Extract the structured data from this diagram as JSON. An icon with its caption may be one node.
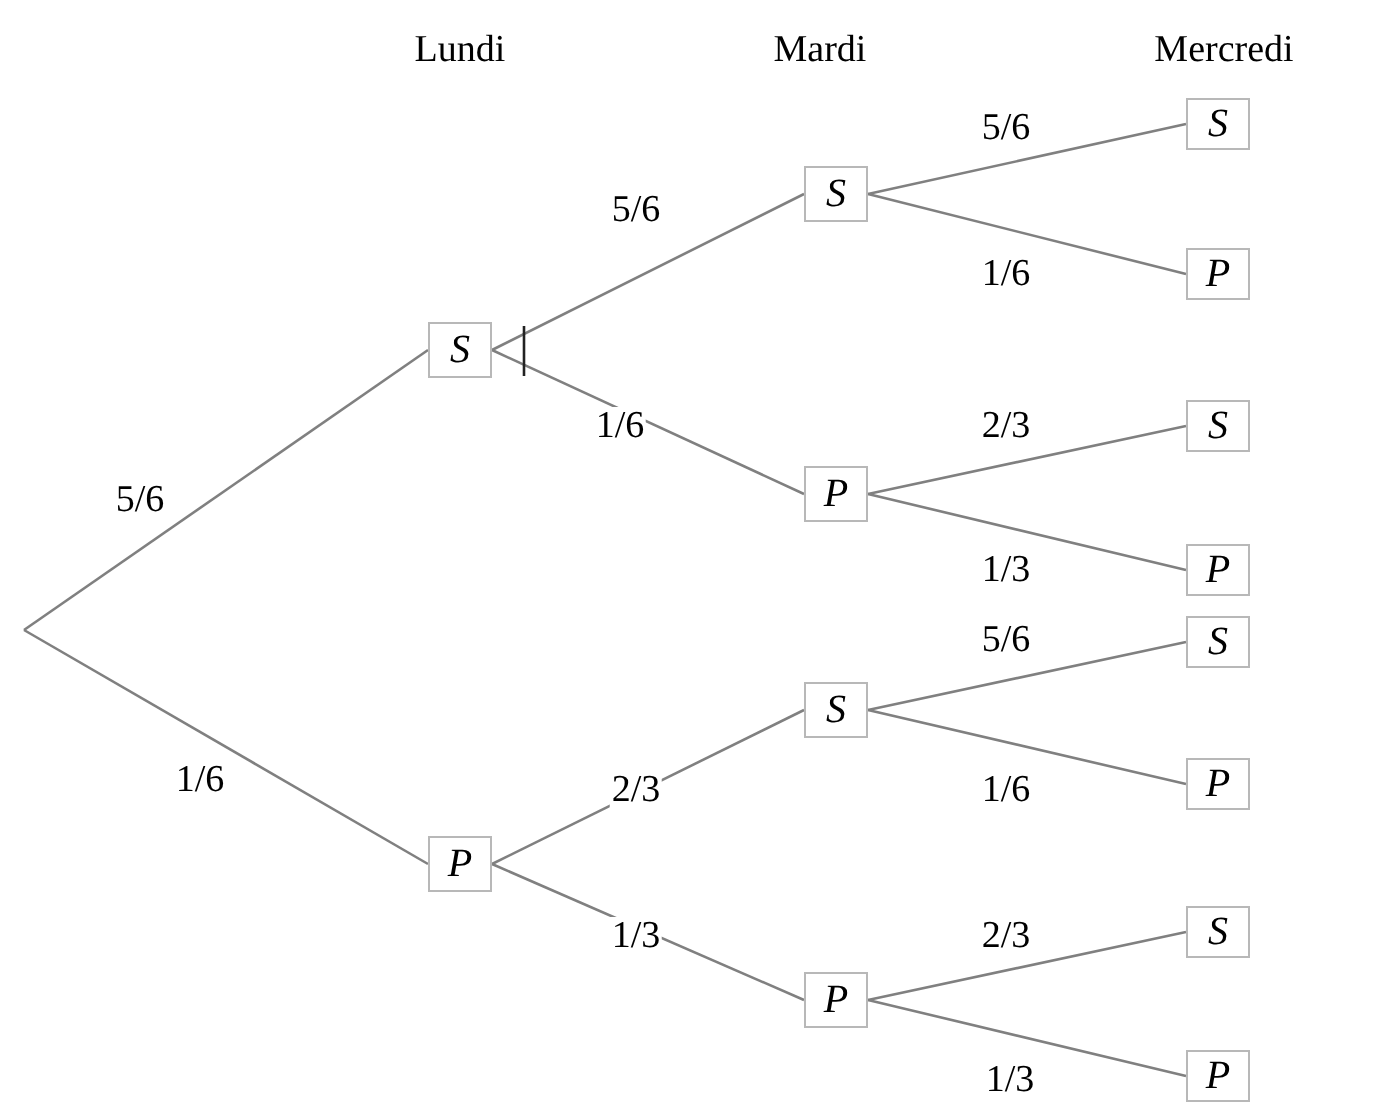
{
  "diagram": {
    "nodes": [
      {
        "text": [
          "S"
        ]
      },
      {
        "text": [
          "P"
        ]
      },
      {
        "text": [
          "S"
        ]
      },
      {
        "text": [
          "P"
        ]
      },
      {
        "text": [
          "S"
        ]
      },
      {
        "text": [
          "P"
        ]
      },
      {
        "text": [
          "S"
        ]
      },
      {
        "text": [
          "P"
        ]
      },
      {
        "text": [
          "S"
        ]
      },
      {
        "text": [
          "P"
        ]
      },
      {
        "text": [
          "S"
        ]
      },
      {
        "text": [
          "P"
        ]
      },
      {
        "text": [
          "S"
        ]
      },
      {
        "text": [
          "P"
        ]
      }
    ],
    "edges": [
      {
        "from": null,
        "to": 0,
        "arrow": "none",
        "label": "5/6"
      },
      {
        "from": null,
        "to": 1,
        "arrow": "none",
        "label": "1/6"
      },
      {
        "from": 0,
        "to": 2,
        "arrow": "none",
        "label": "5/6"
      },
      {
        "from": 0,
        "to": 3,
        "arrow": "none",
        "label": "1/6"
      },
      {
        "from": 1,
        "to": 4,
        "arrow": "none",
        "label": "2/3"
      },
      {
        "from": 1,
        "to": 5,
        "arrow": "none",
        "label": "1/3"
      },
      {
        "from": 2,
        "to": 6,
        "arrow": "none",
        "label": "5/6"
      },
      {
        "from": 2,
        "to": 7,
        "arrow": "none",
        "label": "1/6"
      },
      {
        "from": 3,
        "to": 8,
        "arrow": "none",
        "label": "2/3"
      },
      {
        "from": 3,
        "to": 9,
        "arrow": "none",
        "label": "1/3"
      },
      {
        "from": 4,
        "to": 10,
        "arrow": "none",
        "label": "5/6"
      },
      {
        "from": 4,
        "to": 11,
        "arrow": "none",
        "label": "1/6"
      },
      {
        "from": 5,
        "to": 12,
        "arrow": "none",
        "label": "2/3"
      },
      {
        "from": 5,
        "to": 13,
        "arrow": "none",
        "label": "1/3"
      }
    ],
    "labels": [
      "Lundi",
      "Mardi",
      "Mercredi"
    ]
  }
}
